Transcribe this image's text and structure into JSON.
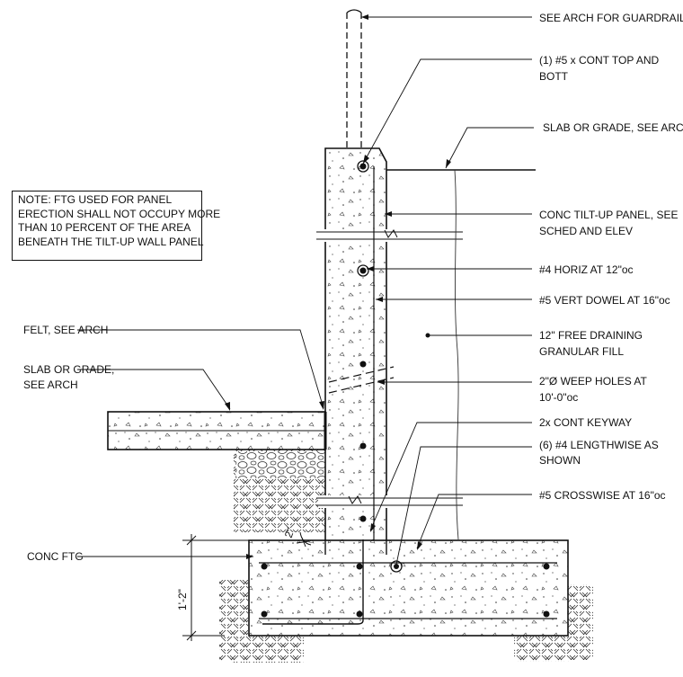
{
  "callouts": {
    "guardrail": "SEE ARCH FOR GUARDRAIL",
    "top_bott_bar_1": "(1) #5 x CONT TOP AND",
    "top_bott_bar_2": "BOTT",
    "slab_right": "SLAB OR GRADE, SEE ARCH",
    "panel_1": "CONC TILT-UP PANEL, SEE",
    "panel_2": "SCHED AND ELEV",
    "horiz": "#4 HORIZ AT 12\"oc",
    "dowel": "#5 VERT DOWEL AT 16\"oc",
    "fill_1": "12\" FREE DRAINING",
    "fill_2": "GRANULAR FILL",
    "weep_1": "2\"Ø WEEP HOLES AT",
    "weep_2": "10'-0\"oc",
    "keyway": "2x CONT KEYWAY",
    "lengthwise_1": "(6) #4 LENGTHWISE AS",
    "lengthwise_2": "SHOWN",
    "crosswise": "#5 CROSSWISE AT 16\"oc",
    "felt": "FELT, SEE ARCH",
    "slab_left_1": "SLAB OR GRADE,",
    "slab_left_2": "SEE ARCH",
    "footing": "CONC FTG"
  },
  "dimensions": {
    "footing_depth": "1'-2\"",
    "keyway_offset": "2\""
  },
  "note": {
    "line1": "NOTE: FTG USED FOR PANEL",
    "line2": "ERECTION SHALL NOT OCCUPY MORE",
    "line3": "THAN 10 PERCENT OF THE AREA",
    "line4": "BENEATH THE TILT-UP WALL PANEL"
  },
  "colors": {
    "ink": "#111111",
    "background": "#ffffff"
  }
}
